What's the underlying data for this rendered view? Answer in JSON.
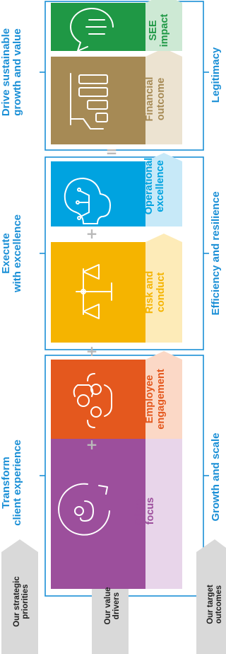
{
  "colors": {
    "accent_blue": "#1a8fd6",
    "client_focus": "#9c4f9c",
    "employee_engagement": "#e4581e",
    "risk_and_conduct": "#f5b400",
    "operational_excellence": "#00a3e0",
    "financial_outcome": "#a68a55",
    "see_impact": "#1f9845"
  },
  "priorities": [
    {
      "label": "Transform\nclient experience"
    },
    {
      "label": "Execute\nwith excellence"
    },
    {
      "label": "Drive sustainable\ngrowth and value"
    }
  ],
  "drivers": [
    {
      "label": "Client\nfocus",
      "icon": "client-focus-icon"
    },
    {
      "label": "Employee\nengagement",
      "icon": "people-icon"
    },
    {
      "label": "Risk and\nconduct",
      "icon": "scales-icon"
    },
    {
      "label": "Operational\nexcellence",
      "icon": "digital-head-icon"
    },
    {
      "label": "Financial\noutcome",
      "icon": "growth-chart-icon"
    },
    {
      "label": "SEE\nimpact",
      "icon": "speech-bubble-icon"
    }
  ],
  "operators": [
    "+",
    "+",
    "+",
    "="
  ],
  "outcomes": [
    {
      "label": "Growth and scale"
    },
    {
      "label": "Efficiency and resilience"
    },
    {
      "label": "Legitimacy"
    }
  ],
  "bottom_labels": [
    {
      "label": "Our strategic\npriorities"
    },
    {
      "label": "Our value\ndrivers"
    },
    {
      "label": "Our target\noutcomes"
    }
  ]
}
